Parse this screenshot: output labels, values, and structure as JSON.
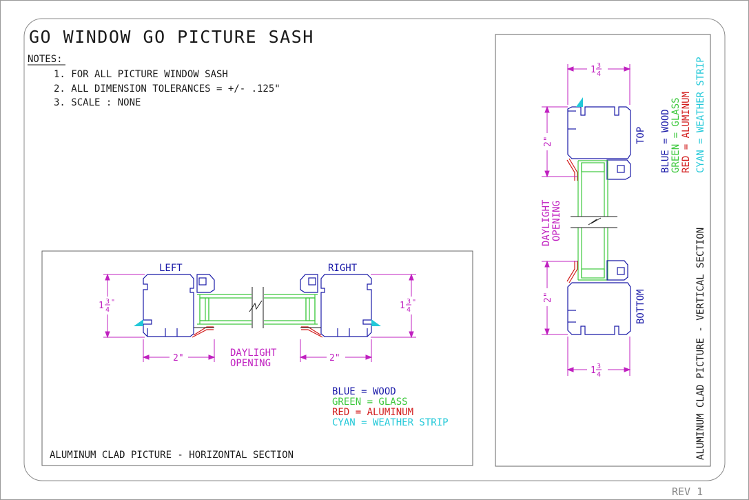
{
  "title": "GO WINDOW GO PICTURE SASH",
  "notes": {
    "heading": "NOTES:",
    "items": [
      "1. FOR ALL PICTURE WINDOW SASH",
      "2. ALL DIMENSION TOLERANCES = +/- .125\"",
      "3. SCALE : NONE"
    ]
  },
  "horizontal_section": {
    "caption": "ALUMINUM CLAD PICTURE - HORIZONTAL SECTION",
    "left_label": "LEFT",
    "right_label": "RIGHT",
    "width_dim": "2\"",
    "height_dim_whole": "1",
    "height_dim_num": "3",
    "height_dim_den": "4",
    "height_dim_unit": "\"",
    "opening_line1": "DAYLIGHT",
    "opening_line2": "OPENING"
  },
  "vertical_section": {
    "caption": "ALUMINUM CLAD PICTURE - VERTICAL SECTION",
    "top_label": "TOP",
    "bottom_label": "BOTTOM",
    "height_dim": "2\"",
    "width_dim_whole": "1",
    "width_dim_num": "3",
    "width_dim_den": "4",
    "opening_line1": "DAYLIGHT",
    "opening_line2": "OPENING"
  },
  "legend": [
    {
      "text": "BLUE = WOOD",
      "color": "#1a1aa8"
    },
    {
      "text": "GREEN = GLASS",
      "color": "#3cc83c"
    },
    {
      "text": "RED = ALUMINUM",
      "color": "#d21c1c"
    },
    {
      "text": "CYAN = WEATHER STRIP",
      "color": "#22c8d8"
    }
  ],
  "revision": "REV 1",
  "colors": {
    "wood": "#1a1aa8",
    "glass": "#3cc83c",
    "aluminum": "#d21c1c",
    "weather_strip": "#22c8d8",
    "dimension": "#c020c0",
    "border": "#888888"
  }
}
